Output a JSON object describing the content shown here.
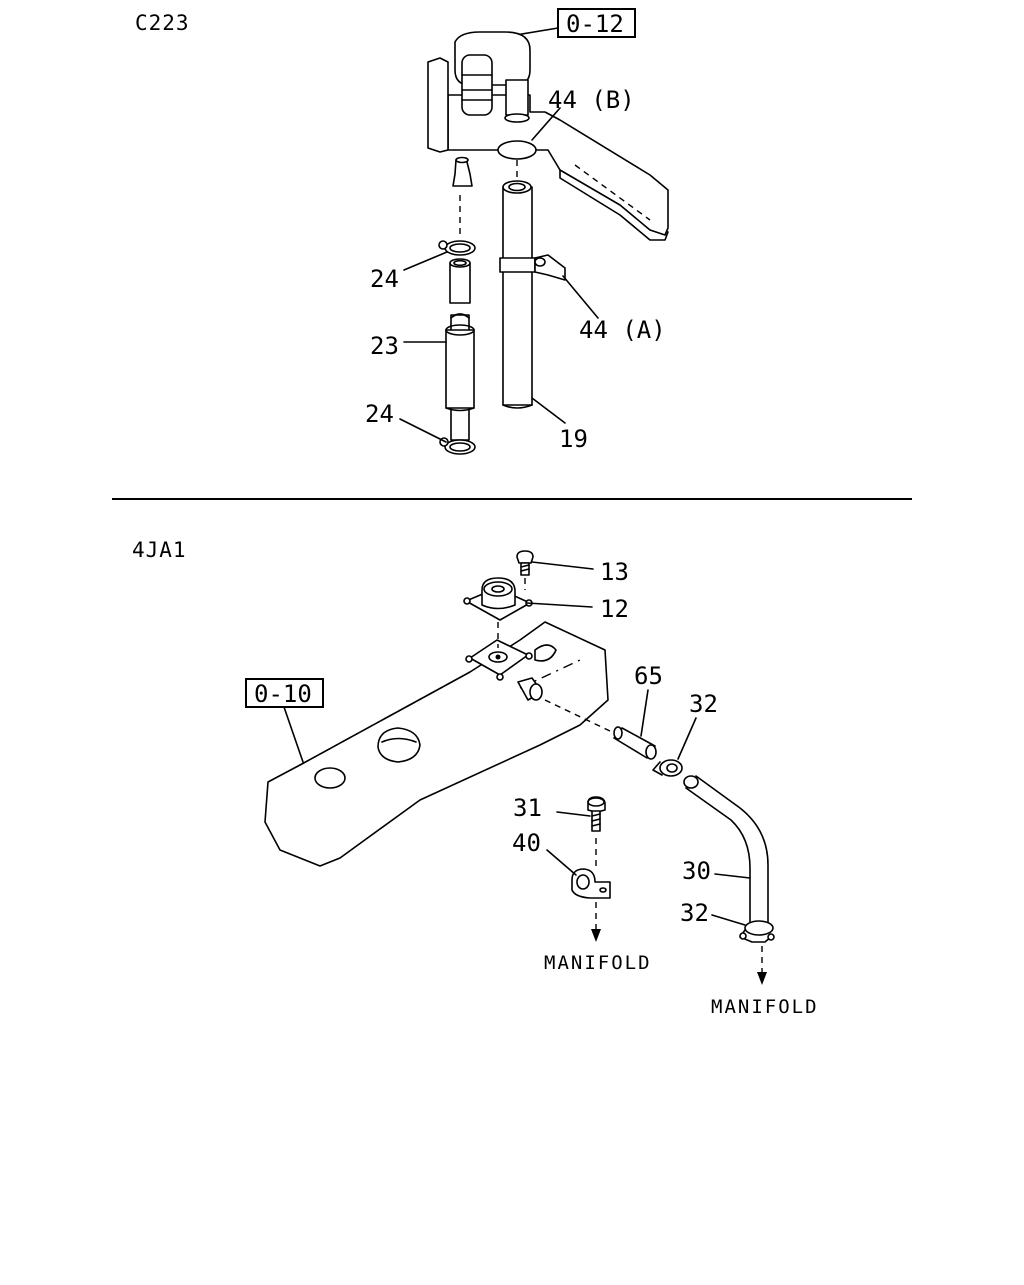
{
  "sections": {
    "top": {
      "code": "C223"
    },
    "bottom": {
      "code": "4JA1"
    }
  },
  "top_diagram": {
    "ref_box": "0-12",
    "labels": {
      "part_44b": "44 (B)",
      "part_24_upper": "24",
      "part_23": "23",
      "part_44a": "44 (A)",
      "part_24_lower": "24",
      "part_19": "19"
    }
  },
  "bottom_diagram": {
    "ref_box": "0-10",
    "labels": {
      "part_13": "13",
      "part_12": "12",
      "part_65": "65",
      "part_32_upper": "32",
      "part_31": "31",
      "part_40": "40",
      "part_30": "30",
      "part_32_lower": "32"
    },
    "destinations": {
      "left": "MANIFOLD",
      "right": "MANIFOLD"
    }
  }
}
